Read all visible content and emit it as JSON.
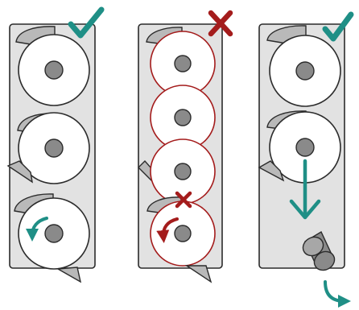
{
  "diagram": {
    "colors": {
      "background": "#ffffff",
      "panel_fill": "#e2e2e2",
      "outline": "#2b2b2b",
      "roll_fill": "#ffffff",
      "core_fill": "#8a8a8a",
      "tail_fill": "#b9b9b9",
      "correct": "#1f8f86",
      "wrong": "#a41c1c"
    },
    "panels": [
      {
        "id": "left",
        "verdict": "correct",
        "verdict_icon": "check-icon",
        "roll_count": 3,
        "roll_outline": "dark",
        "indicator_icons": [
          "rotate-ccw-arrow-icon"
        ]
      },
      {
        "id": "middle",
        "verdict": "wrong",
        "verdict_icon": "cross-icon",
        "roll_count": 4,
        "roll_outline": "red",
        "indicator_icons": [
          "cross-icon",
          "rotate-ccw-arrow-icon"
        ]
      },
      {
        "id": "right",
        "verdict": "correct",
        "verdict_icon": "check-icon",
        "roll_count": 2,
        "roll_outline": "dark",
        "indicator_icons": [
          "down-arrow-icon",
          "empty-core-icon",
          "curved-down-arrow-icon"
        ]
      }
    ]
  }
}
